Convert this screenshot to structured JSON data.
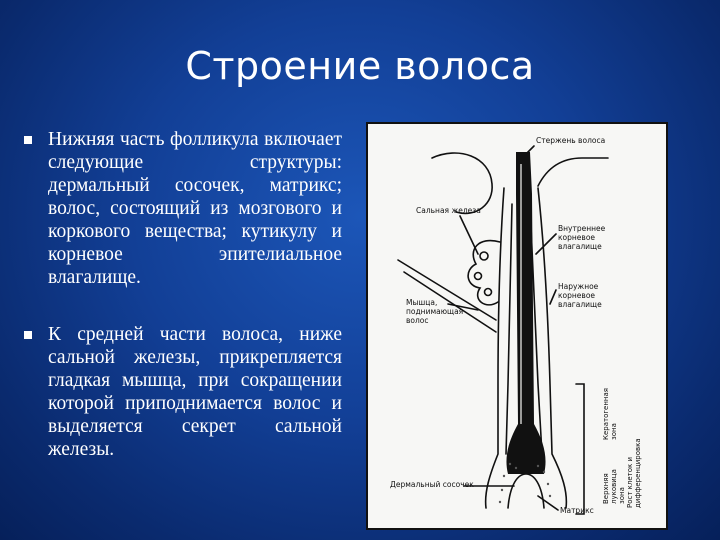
{
  "slide": {
    "title": "Строение волоса",
    "bullets": [
      "Нижняя часть фолликула включает следующие структуры: дермальный сосочек, матрикс; волос, состоящий из мозгового и коркового вещества; кутикулу и корневое эпителиальное влагалище.",
      "К средней части волоса, ниже сальной железы, прикрепляется гладкая мышца, при сокращении которой приподнимается волос и выделяется секрет сальной железы."
    ],
    "bullet_marker_color": "#ffffff"
  },
  "figure": {
    "labels": {
      "hair_shaft": "Стержень волоса",
      "sebaceous_gland": "Сальная железа",
      "inner_root_sheath": "Внутреннее\nкорневое\nвлагалище",
      "outer_root_sheath": "Наружное\nкорневое\nвлагалище",
      "muscle": "Мышца,\nподнимающая\nволос",
      "dermal_papilla": "Дермальный сосочек",
      "matrix": "Матрикс",
      "keratogenous_zone": "Кератогенная\nзона",
      "upper_bulb": "Верхняя\nлуковица\nзона",
      "growth_zone": "Рост клеток и\nдифференцировка"
    }
  }
}
